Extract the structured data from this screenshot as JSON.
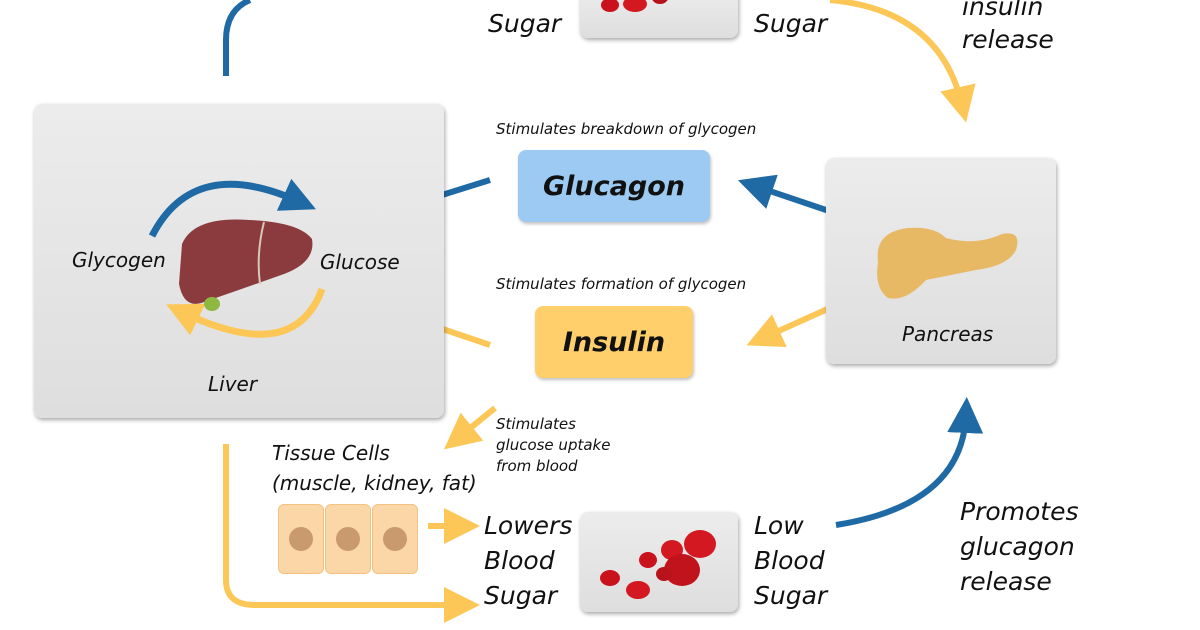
{
  "top": {
    "left_text": "Sugar",
    "right_text": "Sugar",
    "insulin_release": [
      "insulin",
      "release"
    ]
  },
  "liver_box": {
    "glycogen": "Glycogen",
    "glucose": "Glucose",
    "liver": "Liver"
  },
  "glucagon": {
    "caption": "Stimulates breakdown of glycogen",
    "label": "Glucagon",
    "color": "#9ccaf2"
  },
  "insulin": {
    "caption": "Stimulates formation of glycogen",
    "label": "Insulin",
    "color": "#fecf6a"
  },
  "pancreas": {
    "label": "Pancreas"
  },
  "uptake_caption": [
    "Stimulates",
    "glucose uptake",
    "from blood"
  ],
  "tissue": {
    "title": [
      "Tissue Cells",
      "(muscle, kidney, fat)"
    ]
  },
  "lowers": [
    "Lowers",
    "Blood",
    "Sugar"
  ],
  "low": [
    "Low",
    "Blood",
    "Sugar"
  ],
  "promotes": [
    "Promotes",
    "glucagon",
    "release"
  ],
  "colors": {
    "blue_arrow": "#1f6aa5",
    "yellow_arrow": "#fcc756"
  }
}
